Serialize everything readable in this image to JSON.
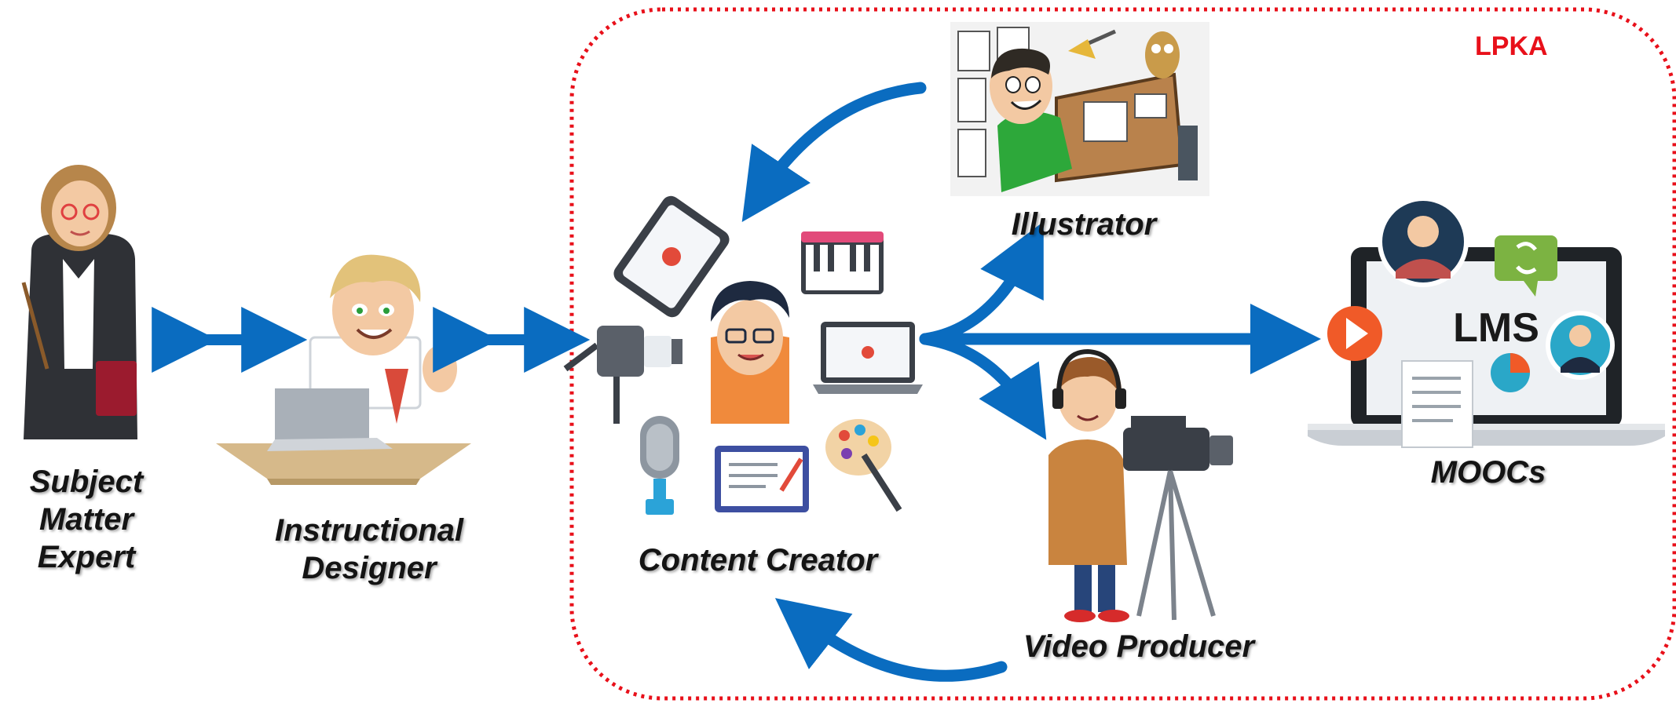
{
  "group_label": "LPKA",
  "roles": {
    "sme": [
      "Subject",
      "Matter",
      "Expert"
    ],
    "instructional_designer": [
      "Instructional",
      "Designer"
    ],
    "content_creator": "Content Creator",
    "illustrator": "Illustrator",
    "video_producer": "Video Producer",
    "moocs": "MOOCs"
  },
  "lms_label": "LMS",
  "colors": {
    "arrow": "#0a6cc0",
    "boundary": "#e8101a",
    "skin": "#f3c9a3",
    "device_dark": "#3a3f47",
    "shirt_orange": "#f08a3c",
    "shirt_green": "#2da83a",
    "coat_brown": "#c9843f",
    "sme_jacket": "#2f3136"
  },
  "icons": [
    "bidirectional-arrow-icon",
    "camera-icon",
    "tablet-icon",
    "piano-icon",
    "laptop-icon",
    "microphone-icon",
    "notepad-icon",
    "palette-icon",
    "play-icon",
    "chat-icon",
    "chart-icon"
  ]
}
